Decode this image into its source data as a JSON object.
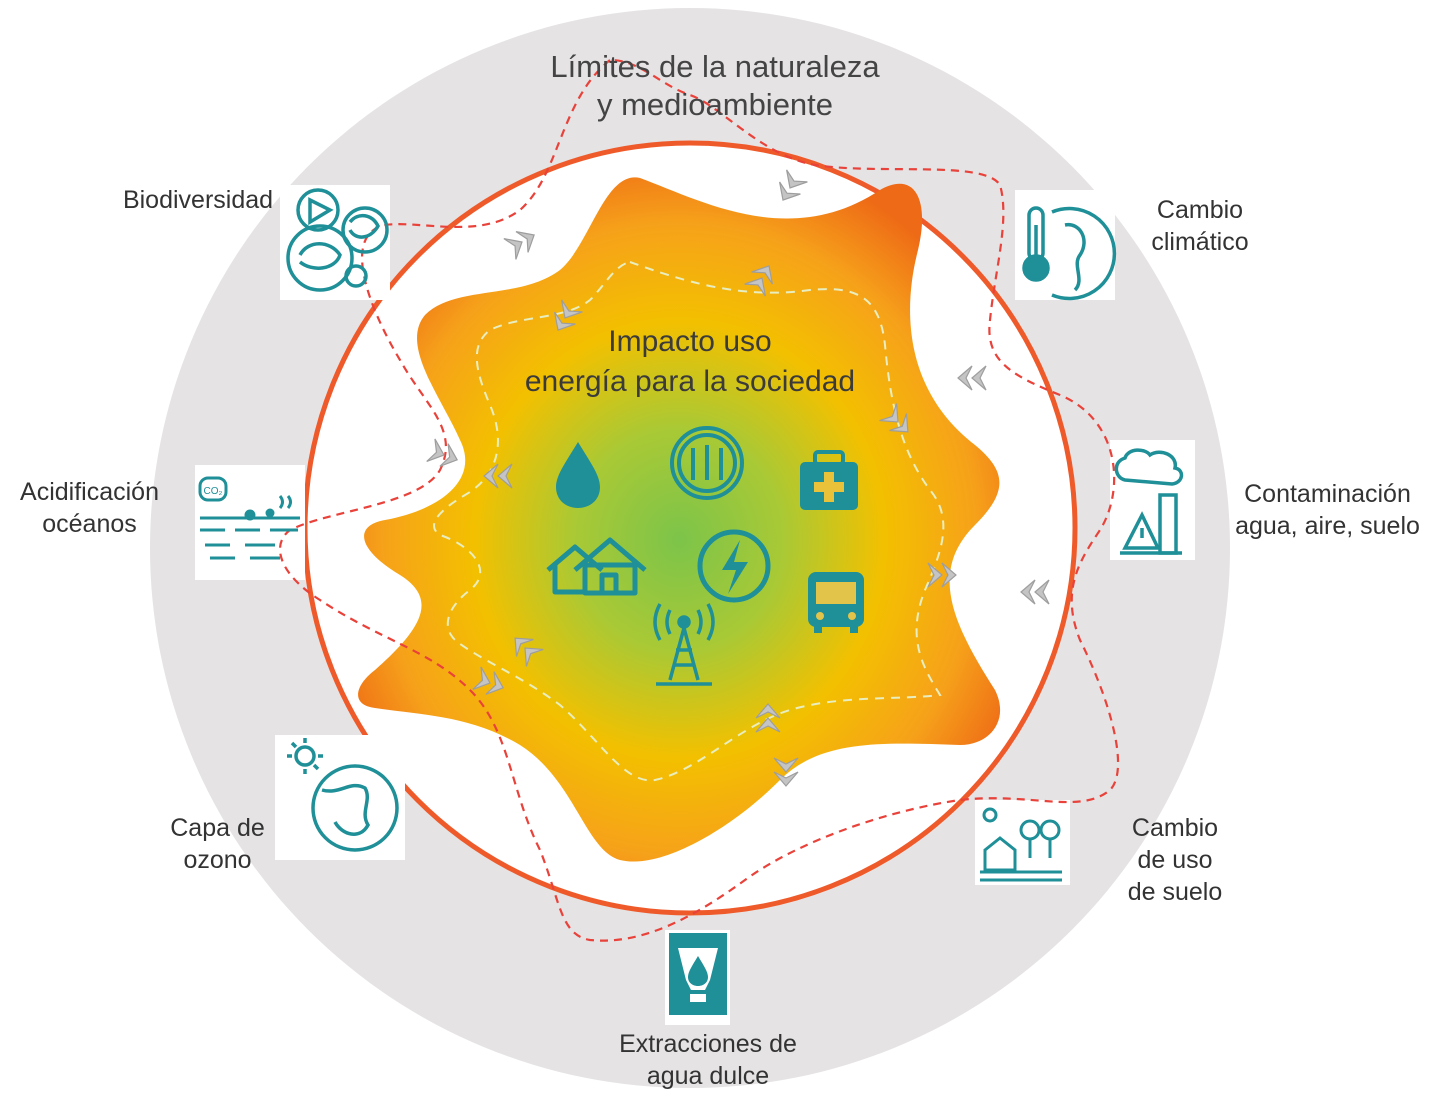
{
  "outer_title": {
    "line1": "Límites de la naturaleza",
    "line2": "y medioambiente"
  },
  "inner_title": {
    "line1": "Impacto uso",
    "line2": "energía para la sociedad"
  },
  "boundaries": {
    "biodiversidad": {
      "line1": "Biodiversidad",
      "icon": "biodiversity-icon"
    },
    "cambio_climatico": {
      "line1": "Cambio",
      "line2": "climático",
      "icon": "thermometer-earth-icon"
    },
    "contaminacion": {
      "line1": "Contaminación",
      "line2": "agua, aire, suelo",
      "icon": "factory-pollution-icon"
    },
    "cambio_uso_suelo": {
      "line1": "Cambio",
      "line2": "de uso",
      "line3": "de suelo",
      "icon": "land-use-icon"
    },
    "agua_dulce": {
      "line1": "Extracciones de",
      "line2": "agua dulce",
      "icon": "water-extraction-icon"
    },
    "capa_ozono": {
      "line1": "Capa de",
      "line2": "ozono",
      "icon": "sun-earth-icon"
    },
    "acidificacion": {
      "line1": "Acidificación",
      "line2": "océanos",
      "icon": "co2-ocean-icon"
    }
  },
  "society_icons": [
    "water-drop-icon",
    "food-icon",
    "first-aid-icon",
    "houses-icon",
    "energy-icon",
    "bus-icon",
    "antenna-icon"
  ],
  "colors": {
    "outer_ring": "#e5e3e4",
    "boundary_circle": "#ef5a2a",
    "dashed_boundary": "#e8423a",
    "icon_teal": "#1f8f98",
    "star_edge": "#f07a18",
    "star_mid": "#f6b800",
    "star_core": "#8cc63f",
    "arrow_grey": "#bdbdbd"
  }
}
